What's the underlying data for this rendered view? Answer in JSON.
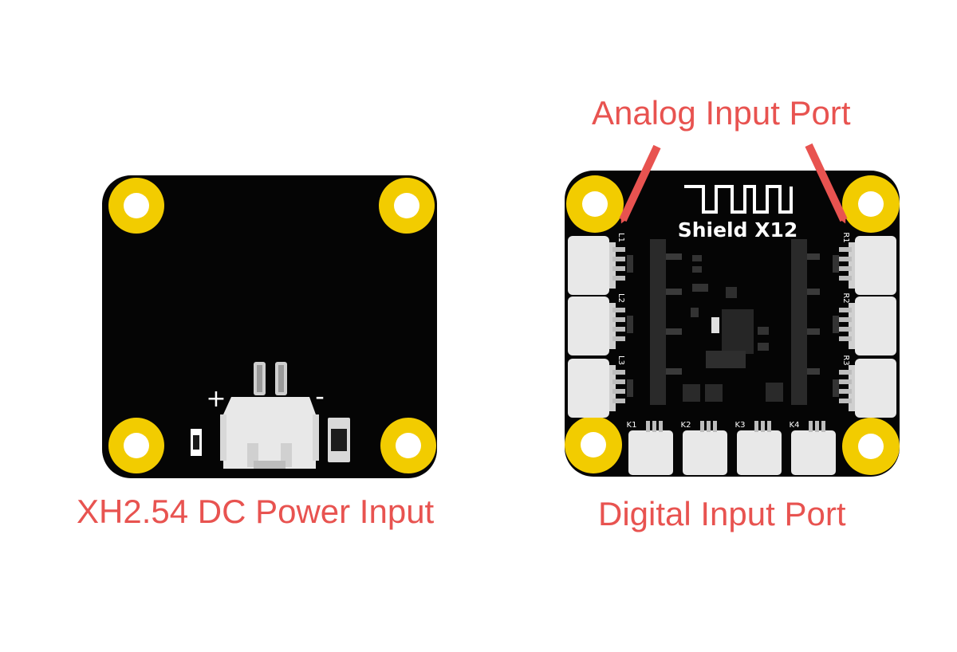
{
  "labels": {
    "power_input": "XH2.54 DC Power Input",
    "analog_input": "Analog Input Port",
    "digital_input": "Digital Input Port"
  },
  "board_left": {
    "plus": "+",
    "minus": "-"
  },
  "board_right": {
    "title": "Shield X12",
    "left_ports": [
      "L1",
      "L2",
      "L3"
    ],
    "right_ports": [
      "R1",
      "R2",
      "R3"
    ],
    "bottom_ports": [
      "K1",
      "K2",
      "K3",
      "K4"
    ]
  },
  "colors": {
    "pcb": "#050505",
    "pad_gold": "#f2cc00",
    "connector": "#e8e8e8",
    "annotation": "#e85350",
    "silkscreen": "#ffffff",
    "chip": "#262626"
  }
}
